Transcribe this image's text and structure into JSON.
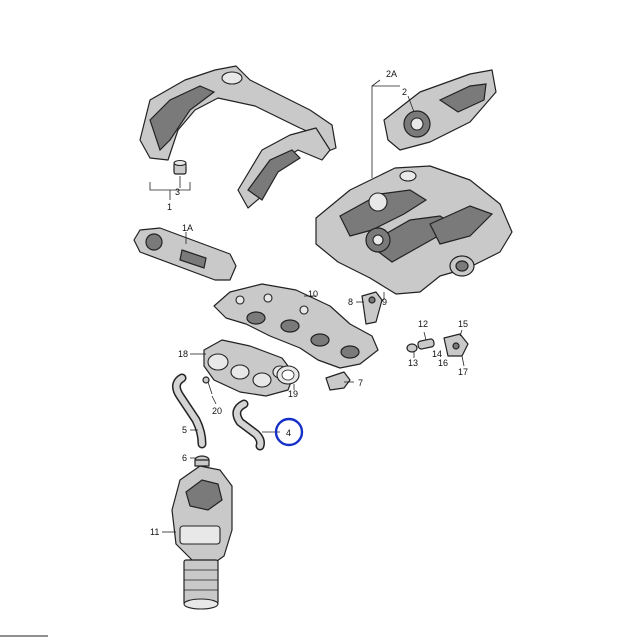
{
  "diagram": {
    "callouts": {
      "c1": "1",
      "c1A": "1A",
      "c2": "2",
      "c2A": "2A",
      "c3": "3",
      "c4": "4",
      "c5": "5",
      "c6": "6",
      "c7": "7",
      "c8": "8",
      "c9": "9",
      "c10": "10",
      "c11": "11",
      "c12": "12",
      "c13": "13",
      "c14": "14",
      "c15": "15",
      "c16": "16",
      "c17": "17",
      "c18": "18",
      "c19": "19",
      "c20": "20"
    },
    "highlight_color": "#1530c8"
  }
}
